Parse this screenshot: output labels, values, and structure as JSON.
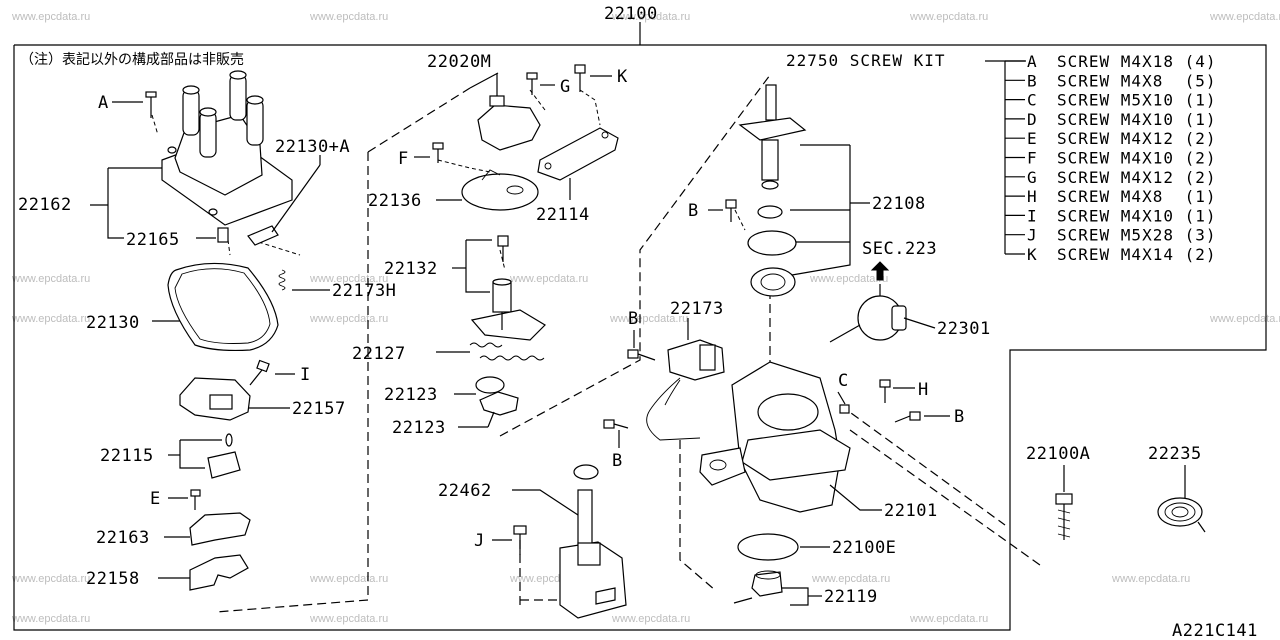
{
  "watermark": "www.epcdata.ru",
  "title_part": "22100",
  "note": "（注）表記以外の構成部品は非販売",
  "diagram_code": "A221C141",
  "screw_kit": {
    "label": "22750 SCREW KIT",
    "items": [
      {
        "key": "A",
        "text": "SCREW M4X18 (4)"
      },
      {
        "key": "B",
        "text": "SCREW M4X8  (5)"
      },
      {
        "key": "C",
        "text": "SCREW M5X10 (1)"
      },
      {
        "key": "D",
        "text": "SCREW M4X10 (1)"
      },
      {
        "key": "E",
        "text": "SCREW M4X12 (2)"
      },
      {
        "key": "F",
        "text": "SCREW M4X10 (2)"
      },
      {
        "key": "G",
        "text": "SCREW M4X12 (2)"
      },
      {
        "key": "H",
        "text": "SCREW M4X8  (1)"
      },
      {
        "key": "I",
        "text": "SCREW M4X10 (1)"
      },
      {
        "key": "J",
        "text": "SCREW M5X28 (3)"
      },
      {
        "key": "K",
        "text": "SCREW M4X14 (2)"
      }
    ]
  },
  "parts": {
    "p22162": "22162",
    "p22165": "22165",
    "p22130a": "22130+A",
    "p22173h": "22173H",
    "p22130": "22130",
    "p22157": "22157",
    "p22115": "22115",
    "p22163": "22163",
    "p22158": "22158",
    "p22020m": "22020M",
    "p22136": "22136",
    "p22114": "22114",
    "p22132": "22132",
    "p22127": "22127",
    "p22123a": "22123",
    "p22123b": "22123",
    "p22462": "22462",
    "p22108": "22108",
    "sec223": "SEC.223",
    "p22173": "22173",
    "p22301": "22301",
    "p22101": "22101",
    "p22100e": "22100E",
    "p22119": "22119",
    "p22100a": "22100A",
    "p22235": "22235"
  },
  "screw_letters": {
    "a": "A",
    "b1": "B",
    "b2": "B",
    "b3": "B",
    "b4": "B",
    "c": "C",
    "e": "E",
    "f": "F",
    "g": "G",
    "h": "H",
    "i": "I",
    "j": "J",
    "k": "K"
  }
}
